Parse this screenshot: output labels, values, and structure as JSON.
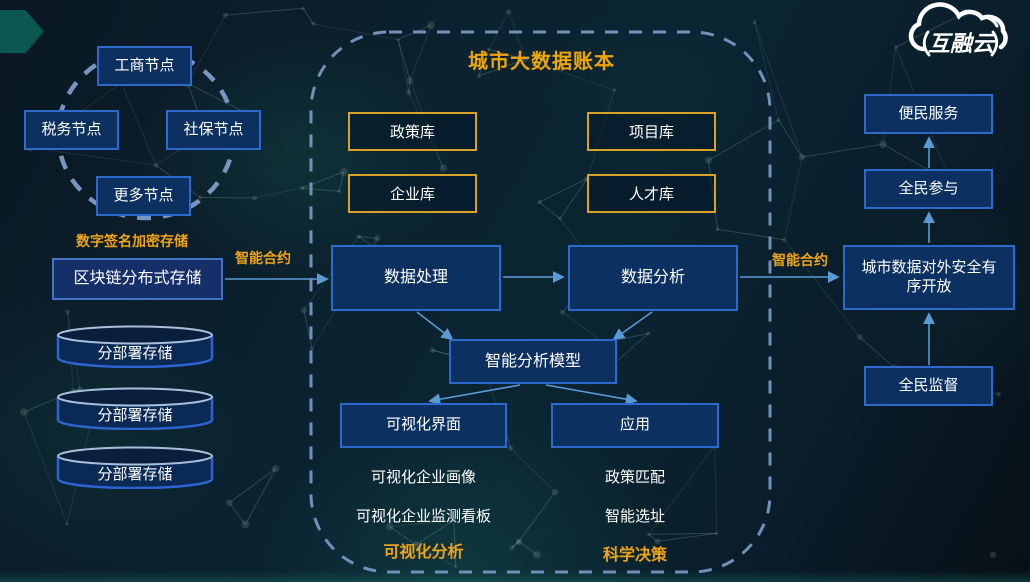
{
  "logo": {
    "text": "互融云"
  },
  "cluster": {
    "nodes": [
      "工商节点",
      "税务节点",
      "社保节点",
      "更多节点"
    ],
    "caption": "数字签名加密存储",
    "storage": "区块链分布式存储",
    "cylinders": [
      "分部署存储",
      "分部署存储",
      "分部署存储"
    ]
  },
  "contracts": {
    "left_label": "智能合约",
    "right_label": "智能合约"
  },
  "ledger": {
    "title": "城市大数据账本",
    "libraries": [
      "政策库",
      "项目库",
      "企业库",
      "人才库"
    ],
    "processing": "数据处理",
    "analysis": "数据分析",
    "model": "智能分析模型",
    "viz_ui": "可视化界面",
    "application": "应用",
    "viz_items": [
      "可视化企业画像",
      "可视化企业监测看板"
    ],
    "app_items": [
      "政策匹配",
      "智能选址"
    ],
    "viz_footer": "可视化分析",
    "app_footer": "科学决策"
  },
  "outcomes": {
    "convenience": "便民服务",
    "participation": "全民参与",
    "open_data": "城市数据对外安全有序开放",
    "supervision": "全民监督"
  },
  "colors": {
    "accent_gold": "#eda41c",
    "box_fill_navy": "#0c3161",
    "box_border_blue": "#2e6ace",
    "yellow_border": "#d9a125",
    "arrow_blue": "#5b9bd5",
    "dashed_border": "#7d9cc8",
    "teal_corner": "#0d5752",
    "background_dark": "#0b2230"
  }
}
